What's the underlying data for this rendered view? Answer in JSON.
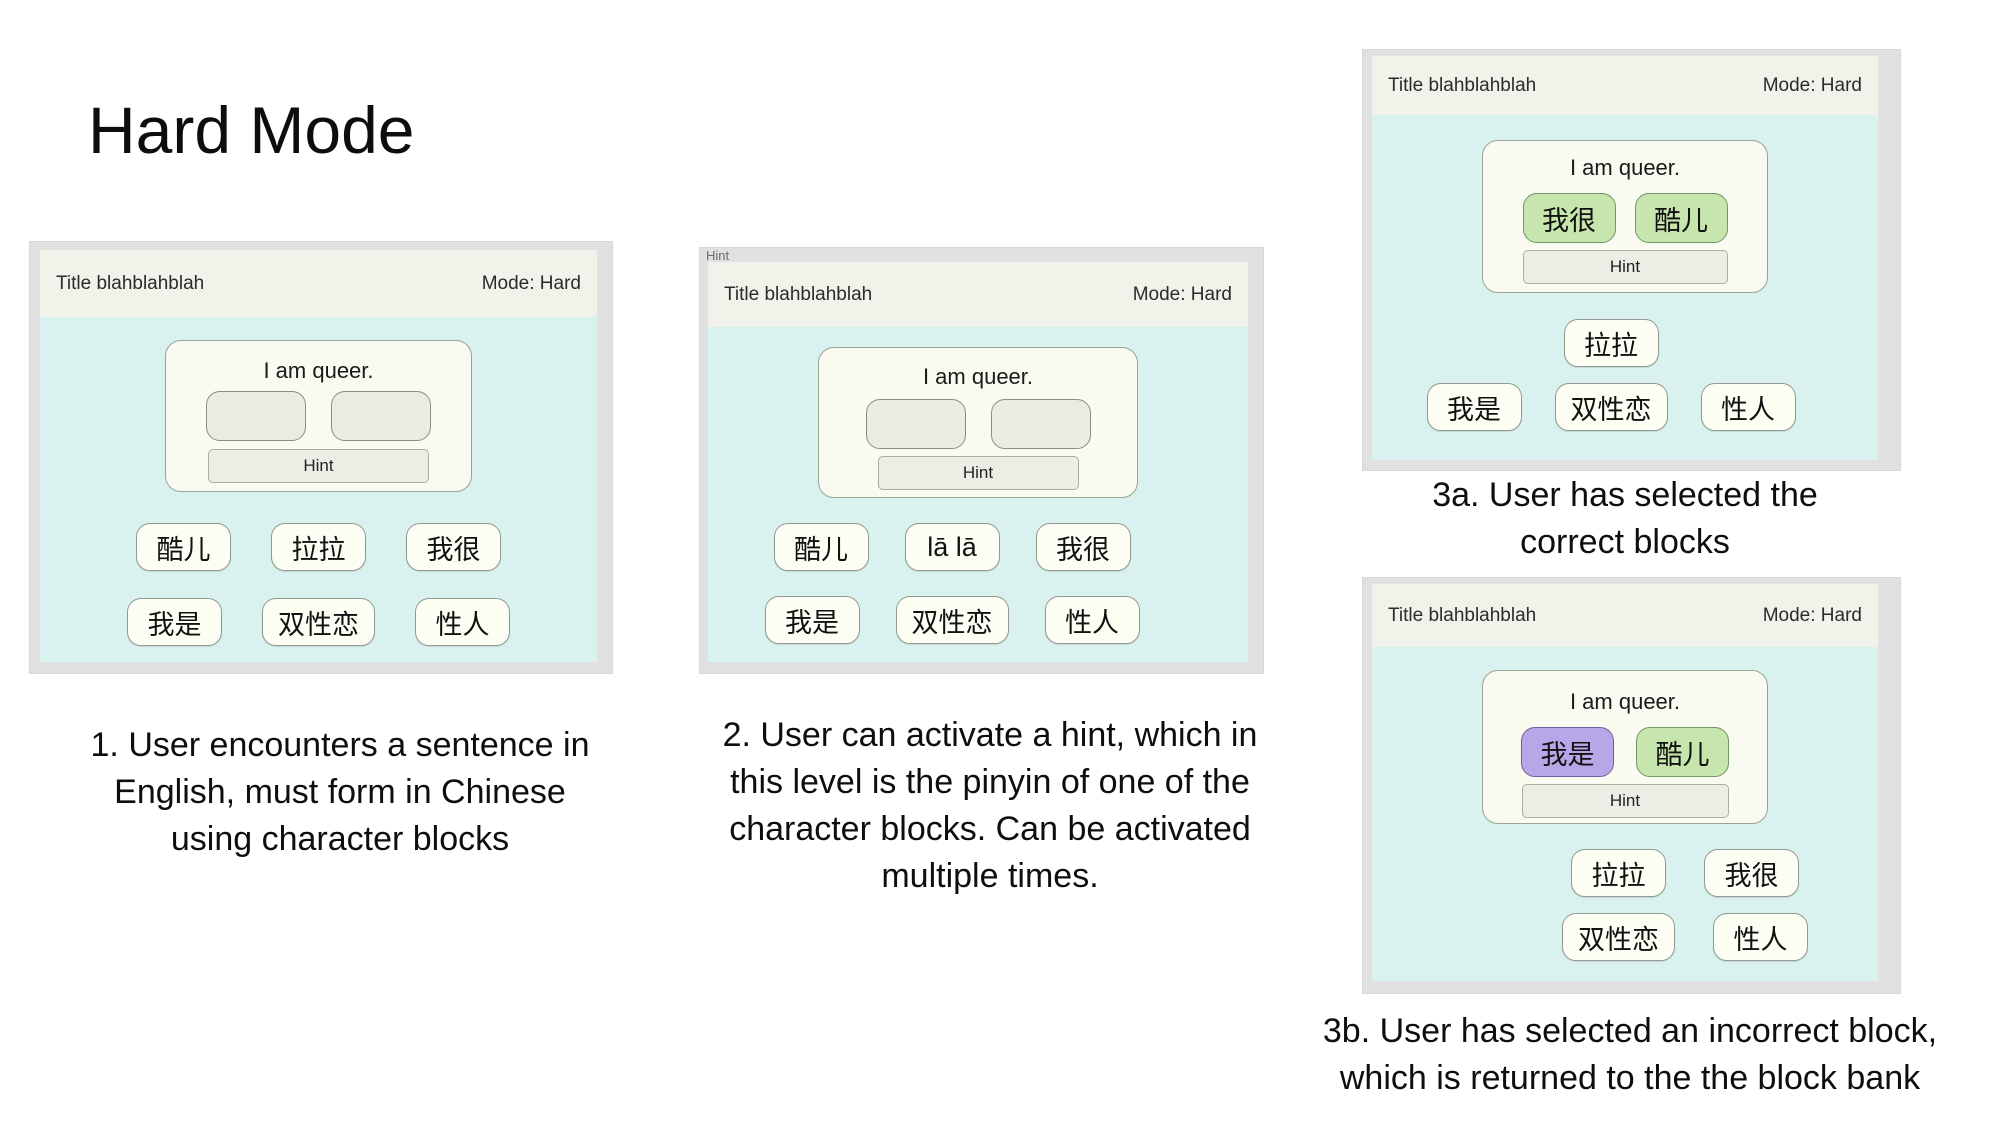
{
  "title": "Hard Mode",
  "colors": {
    "panel_body": "#d9f2f0",
    "panel_header": "#f1f2ea",
    "frame_gray": "#e1e1e1",
    "card": "#f9faf0",
    "slot_empty": "#e9ecdf",
    "block": "#fcfdf3",
    "correct_green": "#c6e6ae",
    "incorrect_purple": "#b7a7e9"
  },
  "steps": {
    "step1": {
      "window": {
        "title": "Title blahblahblah",
        "mode": "Mode: Hard"
      },
      "sentence": "I am queer.",
      "hint_label": "Hint",
      "slots": [
        {
          "label": "",
          "state": "empty"
        },
        {
          "label": "",
          "state": "empty"
        }
      ],
      "bank_row1": [
        {
          "label": "酷儿"
        },
        {
          "label": "拉拉"
        },
        {
          "label": "我很"
        }
      ],
      "bank_row2": [
        {
          "label": "我是"
        },
        {
          "label": "双性恋"
        },
        {
          "label": "性人"
        }
      ],
      "caption": "1. User encounters a sentence in\nEnglish, must form in Chinese\nusing character blocks"
    },
    "step2": {
      "window_artifact": "Hint",
      "window": {
        "title": "Title blahblahblah",
        "mode": "Mode: Hard"
      },
      "sentence": "I am queer.",
      "hint_label": "Hint",
      "slots": [
        {
          "label": "",
          "state": "empty"
        },
        {
          "label": "",
          "state": "empty"
        }
      ],
      "bank_row1": [
        {
          "label": "酷儿"
        },
        {
          "label": "lā lā"
        },
        {
          "label": "我很"
        }
      ],
      "bank_row2": [
        {
          "label": "我是"
        },
        {
          "label": "双性恋"
        },
        {
          "label": "性人"
        }
      ],
      "caption": "2. User can activate a hint, which in\nthis level is the pinyin of one of the\ncharacter blocks. Can be activated\nmultiple times."
    },
    "step3a": {
      "window": {
        "title": "Title blahblahblah",
        "mode": "Mode: Hard"
      },
      "sentence": "I am queer.",
      "hint_label": "Hint",
      "slots": [
        {
          "label": "我很",
          "state": "correct"
        },
        {
          "label": "酷儿",
          "state": "correct"
        }
      ],
      "bank_row1": [
        {
          "label": "拉拉"
        }
      ],
      "bank_row2": [
        {
          "label": "我是"
        },
        {
          "label": "双性恋"
        },
        {
          "label": "性人"
        }
      ],
      "caption": "3a. User has selected the\ncorrect blocks"
    },
    "step3b": {
      "window": {
        "title": "Title blahblahblah",
        "mode": "Mode: Hard"
      },
      "sentence": "I am queer.",
      "hint_label": "Hint",
      "slots": [
        {
          "label": "我是",
          "state": "incorrect"
        },
        {
          "label": "酷儿",
          "state": "correct"
        }
      ],
      "bank_row1": [
        {
          "label": "拉拉"
        },
        {
          "label": "我很"
        }
      ],
      "bank_row2": [
        {
          "label": "双性恋"
        },
        {
          "label": "性人"
        }
      ],
      "caption": "3b. User has selected an incorrect block,\nwhich is returned to the the block bank"
    }
  }
}
